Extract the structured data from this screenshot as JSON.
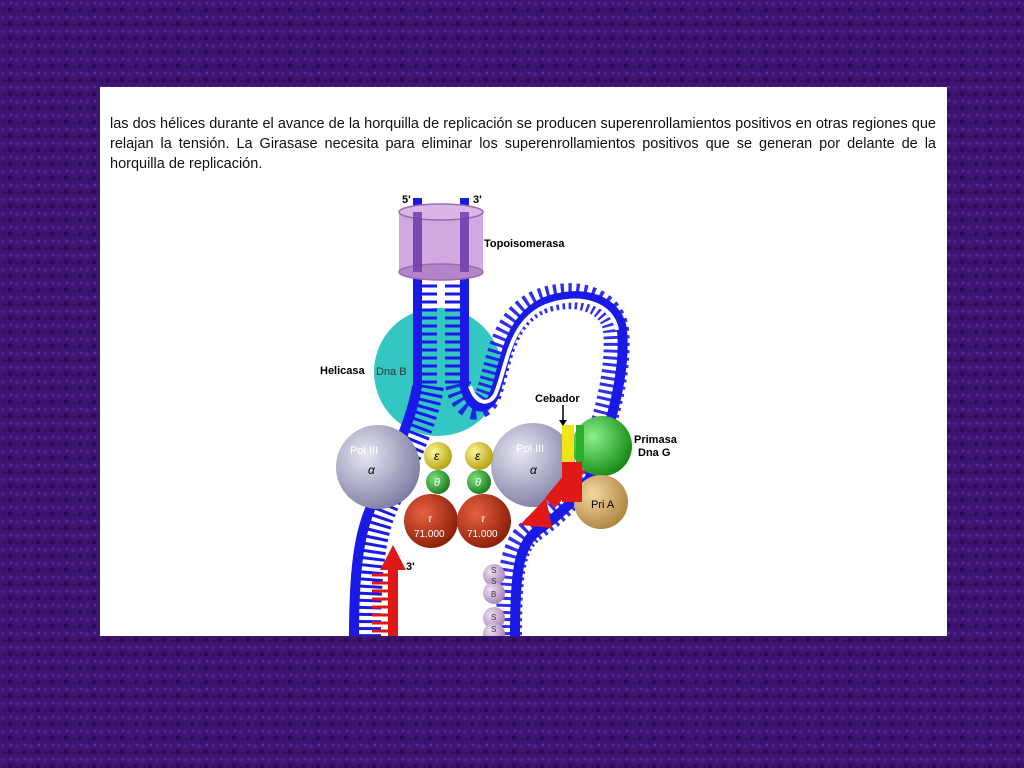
{
  "slide": {
    "paragraph": "las dos hélices durante el avance de la horquilla de replicación se producen superenrollamientos positivos en otras regiones que relajan la tensión. La Girasase necesita para eliminar los superenrollamientos positivos que se generan por delante de la horquilla de replicación."
  },
  "diagram": {
    "strand_top_left": "5'",
    "strand_top_right": "3'",
    "topoisomerase": "Topoisomerasa",
    "helicase": "Helicasa",
    "dnab": "Dna B",
    "primer": "Cebador",
    "primase": "Primasa",
    "dnag": "Dna G",
    "pria": "Pri A",
    "pol_left": "Pol III",
    "pol_left_sub": "α",
    "pol_right": "Pol III",
    "pol_right_sub": "α",
    "epsilon_left": "ε",
    "epsilon_right": "ε",
    "theta_left": "θ",
    "theta_right": "θ",
    "tau_left": "τ",
    "tau_left_mass": "71.000",
    "tau_right": "τ",
    "tau_right_mass": "71.000",
    "leading_3prime": "3'",
    "ssb_1": "S",
    "ssb_2": "S",
    "ssb_3": "B",
    "ssb_4": "S",
    "ssb_5": "S"
  },
  "colors": {
    "background": "#3d1470",
    "dna_strand": "#1a1ae6",
    "new_strand": "#e01818",
    "helicase": "#33c6c2",
    "topoisomerase": "#c79ad9",
    "polymerase": "#a3a3c4",
    "epsilon": "#d9c61a",
    "theta": "#2a9e2a",
    "tau": "#b82e14",
    "primase": "#27b027",
    "pria": "#d2ac66",
    "primer": "#f2e41a",
    "ssb": "#c8a8d0"
  }
}
